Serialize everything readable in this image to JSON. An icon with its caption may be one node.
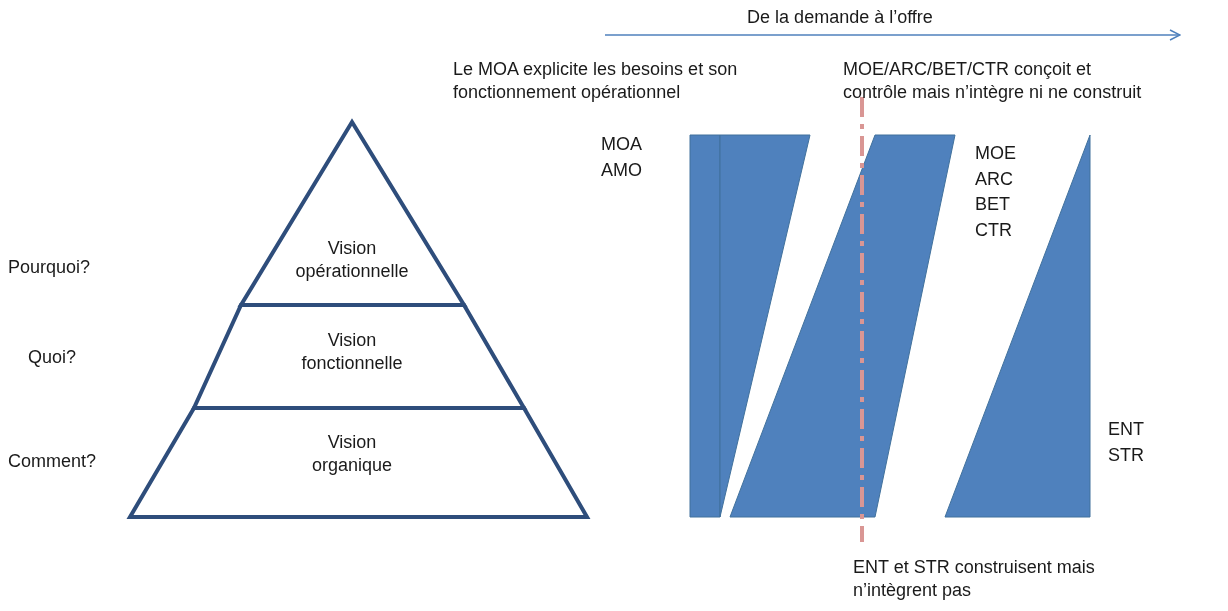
{
  "diagram": {
    "nodes": [
      {
        "text": [
          "Vision opérationnelle"
        ]
      },
      {
        "text": [
          "Vision fonctionnelle"
        ]
      },
      {
        "text": [
          "Vision organique"
        ]
      }
    ],
    "labels": [
      "De la demande à l’offre",
      "Le MOA explicite les besoins et son fonctionnement opérationnel",
      "MOE/ARC/BET/CTR conçoit et contrôle mais n’intègre ni ne construit",
      "MOA AMO",
      "MOE ARC BET CTR",
      "Pourquoi?",
      "Quoi?",
      "ENT STR",
      "Comment?",
      "ENT et STR construisent mais n’intègrent pas"
    ]
  }
}
